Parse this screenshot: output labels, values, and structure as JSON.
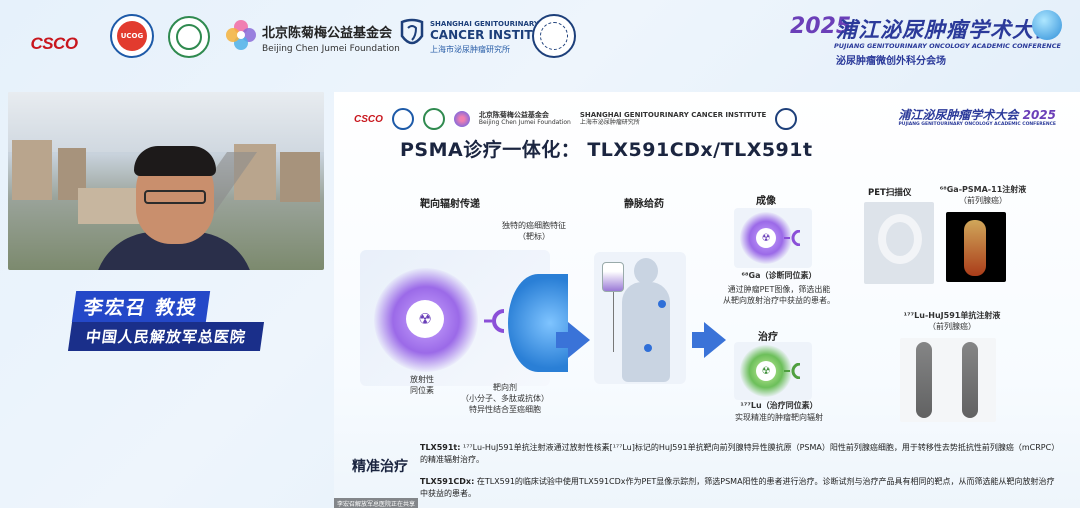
{
  "banner": {
    "csco": "CSCO",
    "ucog": "UCOG",
    "foundation_cn": "北京陈菊梅公益基金会",
    "foundation_en": "Beijing Chen Jumei Foundation",
    "sgci_line1": "SHANGHAI GENITOURINARY",
    "sgci_line2": "CANCER INSTITUTE",
    "sgci_line3": "上海市泌尿肿瘤研究所",
    "conf_year": "2025",
    "conf_title": "浦江泌尿肿瘤学术大会",
    "conf_en": "PUJIANG GENITOURINARY ONCOLOGY ACADEMIC CONFERENCE",
    "conf_sub": "泌尿肿瘤微创外科分会场"
  },
  "speaker": {
    "name": "李宏召 教授",
    "org": "中国人民解放军总医院"
  },
  "slide": {
    "csco": "CSCO",
    "foundation_cn": "北京陈菊梅公益基金会",
    "foundation_en": "Beijing Chen Jumei Foundation",
    "sgci_en": "SHANGHAI GENITOURINARY CANCER INSTITUTE",
    "sgci_cn": "上海市泌尿肿瘤研究所",
    "conf_title": "浦江泌尿肿瘤学术大会",
    "conf_en": "PUJIANG GENITOURINARY ONCOLOGY ACADEMIC CONFERENCE",
    "conf_year": "2025",
    "title": "PSMA诊疗一体化： TLX591CDx/TLX591t",
    "targeted_heading": "靶向辐射传递",
    "unique_feature": "独特的癌细胞特征\n（靶标）",
    "radioactive": "放射性\n同位素",
    "targeting_agent": "靶向剂\n（小分子、多肽或抗体）\n特异性结合至癌细胞",
    "iv_heading": "静脉给药",
    "imaging_heading": "成像",
    "ga_label": "⁶⁸Ga（诊断同位素）",
    "ga_desc": "通过肿瘤PET图像，筛选出能\n从靶向放射治疗中获益的患者。",
    "treatment_heading": "治疗",
    "lu_label": "¹⁷⁷Lu（治疗同位素）",
    "lu_desc": "实现精准的肿瘤靶向辐射",
    "pet_scanner": "PET扫描仪",
    "ga_psma_title": "⁶⁸Ga-PSMA-11注射液",
    "ga_psma_sub": "（前列腺癌）",
    "lu_huj_title": "¹⁷⁷Lu-HuJ591单抗注射液",
    "lu_huj_sub": "（前列腺癌）",
    "bottom_title": "精准治疗",
    "tlx591t_label": "TLX591t:",
    "tlx591t_text": "¹⁷⁷Lu-HuJ591单抗注射液通过放射性核素[¹⁷⁷Lu]标记的HuJ591单抗靶向前列腺特异性膜抗原（PSMA）阳性前列腺癌细胞，用于转移性去势抵抗性前列腺癌（mCRPC）的精准辐射治疗。",
    "tlx591cdx_label": "TLX591CDx:",
    "tlx591cdx_text": "在TLX591的临床试验中使用TLX591CDx作为PET显像示踪剂，筛选PSMA阳性的患者进行治疗。诊断试剂与治疗产品具有相同的靶点，从而筛选能从靶向放射治疗中获益的患者。"
  },
  "watermark": "李宏召解放军总医院正在共享"
}
